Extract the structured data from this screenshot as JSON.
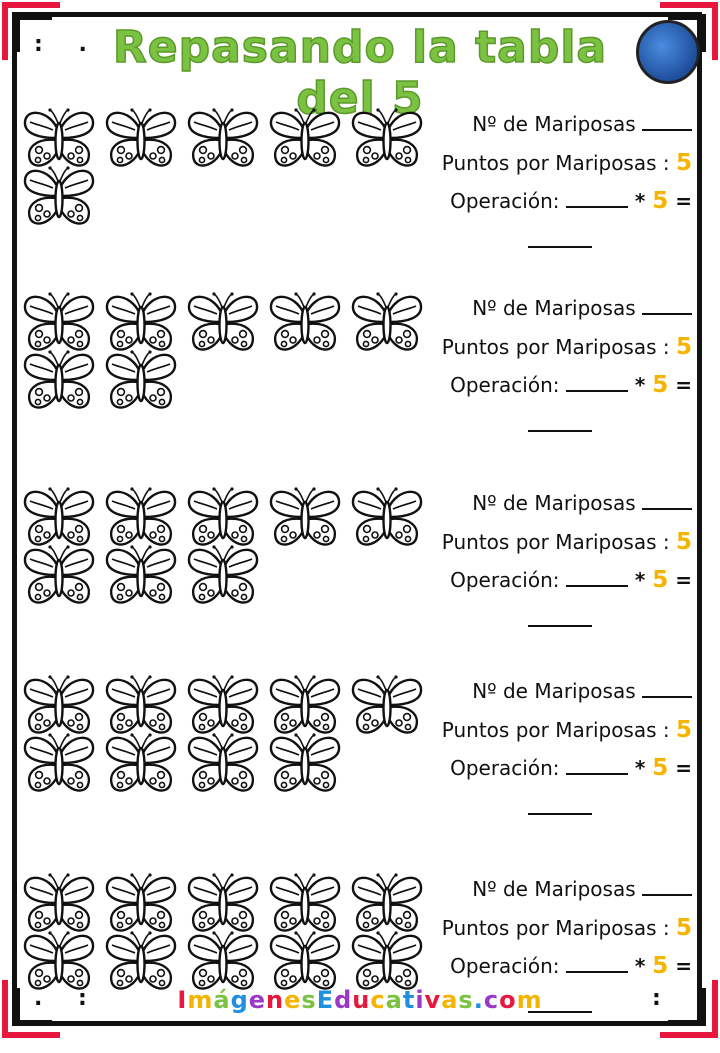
{
  "title": "Repasando la tabla del 5",
  "labels": {
    "count": "Nº de Mariposas",
    "points": "Puntos por Mariposas :",
    "operation": "Operación:",
    "multiply": "*",
    "equals": "="
  },
  "factor": "5",
  "sections": [
    {
      "butterflies": 6
    },
    {
      "butterflies": 7
    },
    {
      "butterflies": 8
    },
    {
      "butterflies": 9
    },
    {
      "butterflies": 10
    }
  ],
  "footer": "ImágenesEducativas.com",
  "colors": {
    "title": "#7cc242",
    "accent": "#f5b400",
    "corner": "#e8173d",
    "footer_letters": [
      "#e8173d",
      "#f5b400",
      "#7cc242",
      "#1f8fe0",
      "#9b38c9"
    ]
  },
  "icons": [
    "butterfly-icon",
    "logo-icon"
  ]
}
